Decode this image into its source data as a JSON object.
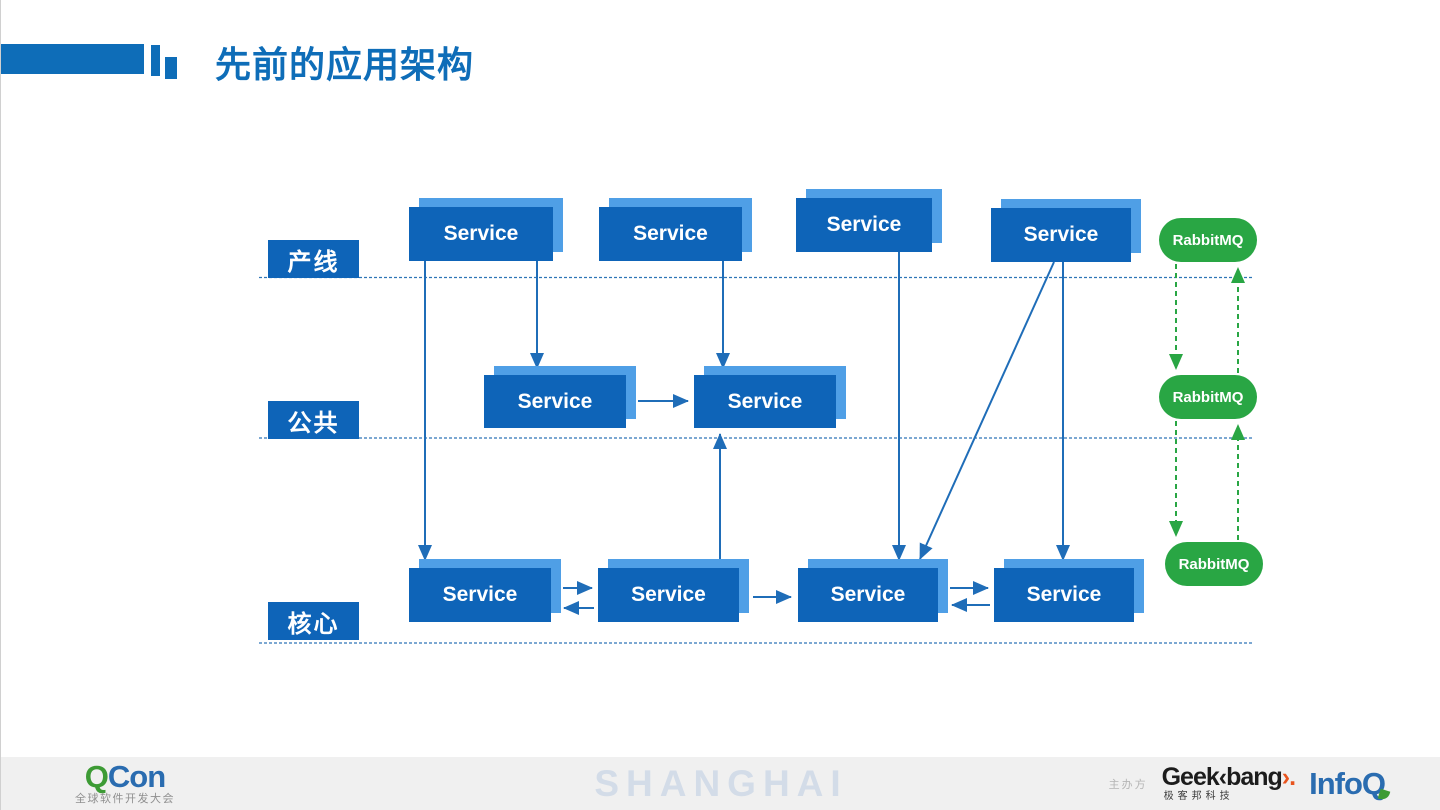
{
  "title": "先前的应用架构",
  "row_labels": [
    "产线",
    "公共",
    "核心"
  ],
  "services": {
    "top": [
      "Service",
      "Service",
      "Service",
      "Service"
    ],
    "middle": [
      "Service",
      "Service"
    ],
    "bottom": [
      "Service",
      "Service",
      "Service",
      "Service"
    ]
  },
  "queues": [
    "RabbitMQ",
    "RabbitMQ",
    "RabbitMQ"
  ],
  "footer": {
    "qcon_q": "Q",
    "qcon_con": "Con",
    "qcon_sub": "全球软件开发大会",
    "city": "SHANGHAI",
    "host_label": "主办方",
    "geekbang_black": "Geek‹bang",
    "geekbang_orange": "›.",
    "geekbang_sub": "极客邦科技",
    "infoq": "InfoQ"
  },
  "colors": {
    "title_blue": "#0e6db8",
    "service_front": "#0e64b8",
    "service_back": "#4f9fe6",
    "arrow_blue": "#1f6db8",
    "separator_blue": "#2e75b6",
    "queue_green": "#29a644",
    "footer_gray": "#f0f0f0",
    "city_watermark": "#d3dce8"
  }
}
